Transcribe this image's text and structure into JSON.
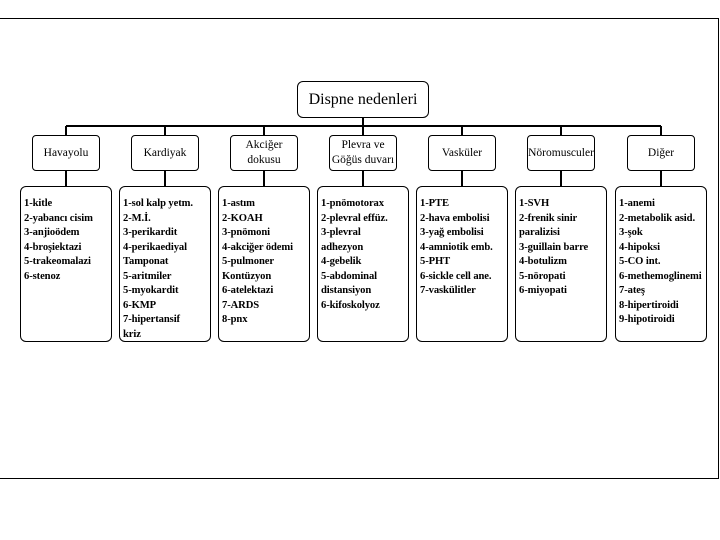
{
  "title": "Dispne nedenleri",
  "categories": [
    {
      "header": [
        "Havayolu"
      ],
      "items": [
        "1-kitle",
        "2-yabancı cisim",
        "3-anjioödem",
        "4-broşiektazi",
        "5-trakeomalazi",
        "6-stenoz"
      ]
    },
    {
      "header": [
        "Kardiyak"
      ],
      "items": [
        "1-sol kalp yetm.",
        "2-M.İ.",
        "3-perikardit",
        "4-perikaediyal",
        "Tamponat",
        "5-aritmiler",
        "5-myokardit",
        "6-KMP",
        "7-hipertansif",
        "kriz"
      ]
    },
    {
      "header": [
        "Akciğer",
        "dokusu"
      ],
      "items": [
        "1-astım",
        "2-KOAH",
        "3-pnömoni",
        "4-akciğer ödemi",
        "5-pulmoner",
        "Kontüzyon",
        "6-atelektazi",
        "7-ARDS",
        "8-pnx"
      ]
    },
    {
      "header": [
        "Plevra ve",
        "Göğüs duvarı"
      ],
      "items": [
        "1-pnömotorax",
        "2-plevral effüz.",
        "3-plevral",
        "adhezyon",
        "4-gebelik",
        "5-abdominal",
        "distansiyon",
        "6-kifoskolyoz"
      ]
    },
    {
      "header": [
        "Vasküler"
      ],
      "items": [
        "1-PTE",
        "2-hava embolisi",
        "3-yağ embolisi",
        "4-amniotik emb.",
        "5-PHT",
        "6-sickle cell ane.",
        "7-vaskülitler"
      ]
    },
    {
      "header": [
        "Nöromusculer"
      ],
      "items": [
        "1-SVH",
        "2-frenik sinir",
        "paralizisi",
        "3-guillain barre",
        "4-botulizm",
        "5-nöropati",
        "6-miyopati"
      ]
    },
    {
      "header": [
        "Diğer"
      ],
      "items": [
        "1-anemi",
        "2-metabolik asid.",
        "3-şok",
        "4-hipoksi",
        "5-CO int.",
        "6-methemoglinemi",
        "7-ateş",
        "8-hipertiroidi",
        "9-hipotiroidi"
      ]
    }
  ]
}
